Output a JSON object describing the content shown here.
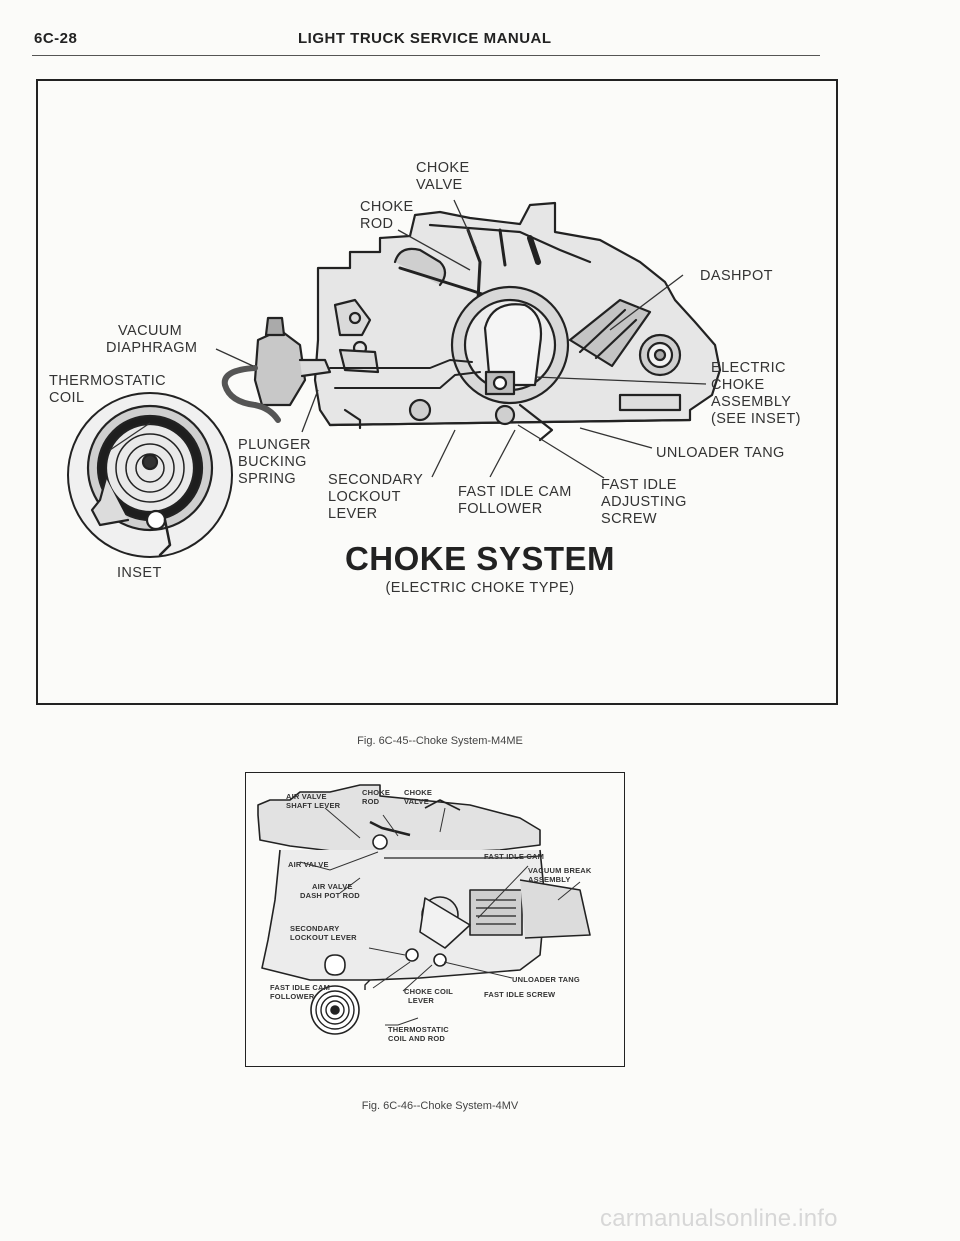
{
  "header": {
    "page_number": "6C-28",
    "title": "LIGHT TRUCK SERVICE MANUAL"
  },
  "figure1": {
    "caption": "Fig. 6C-45--Choke System-M4ME",
    "title": "CHOKE SYSTEM",
    "subtitle": "(ELECTRIC CHOKE TYPE)",
    "labels": {
      "choke_valve": [
        "CHOKE",
        "VALVE"
      ],
      "choke_rod": [
        "CHOKE",
        "ROD"
      ],
      "dashpot": [
        "DASHPOT"
      ],
      "vacuum_diaphragm": [
        "VACUUM",
        "DIAPHRAGM"
      ],
      "thermostatic_coil": [
        "THERMOSTATIC",
        "COIL"
      ],
      "electric_choke_assembly": [
        "ELECTRIC",
        "CHOKE",
        "ASSEMBLY",
        "(SEE INSET)"
      ],
      "unloader_tang": [
        "UNLOADER TANG"
      ],
      "plunger_bucking_spring": [
        "PLUNGER",
        "BUCKING",
        "SPRING"
      ],
      "secondary_lockout_lever": [
        "SECONDARY",
        "LOCKOUT",
        "LEVER"
      ],
      "fast_idle_cam_follower": [
        "FAST IDLE CAM",
        "FOLLOWER"
      ],
      "fast_idle_adjusting_screw": [
        "FAST IDLE",
        "ADJUSTING",
        "SCREW"
      ],
      "inset": [
        "INSET"
      ]
    }
  },
  "figure2": {
    "caption": "Fig. 6C-46--Choke System-4MV",
    "labels": {
      "air_valve_shaft_lever": [
        "AIR VALVE",
        "SHAFT LEVER"
      ],
      "choke_rod": [
        "CHOKE",
        "ROD"
      ],
      "choke_valve": [
        "CHOKE",
        "VALVE"
      ],
      "air_valve": [
        "AIR VALVE"
      ],
      "fast_idle_cam": [
        "FAST IDLE CAM"
      ],
      "vacuum_break_assembly": [
        "VACUUM BREAK",
        "ASSEMBLY"
      ],
      "air_valve_dash_pot_rod": [
        "AIR VALVE",
        "DASH POT ROD"
      ],
      "secondary_lockout_lever": [
        "SECONDARY",
        "LOCKOUT LEVER"
      ],
      "unloader_tang": [
        "UNLOADER TANG"
      ],
      "fast_idle_cam_follower": [
        "FAST IDLE CAM",
        "FOLLOWER"
      ],
      "choke_coil_lever": [
        "CHOKE COIL",
        "LEVER"
      ],
      "fast_idle_screw": [
        "FAST IDLE SCREW"
      ],
      "thermostatic_coil_and_rod": [
        "THERMOSTATIC",
        "COIL AND ROD"
      ]
    }
  },
  "watermark": "carmanualsonline.info"
}
